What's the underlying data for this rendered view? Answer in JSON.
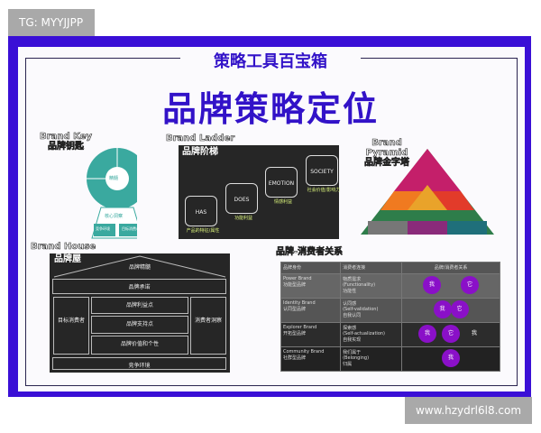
{
  "watermark_top": "TG: MYYJJPP",
  "watermark_bottom": "www.hzydrl6l8.com",
  "subtitle": "策略工具百宝箱",
  "title": "品牌策略定位",
  "brand_key": {
    "label_en": "Brand Key",
    "label_cn": "品牌钥匙",
    "center": "精髓",
    "base": "核心洞察",
    "bottom_left": "竞争环境",
    "bottom_right": "目标消费者"
  },
  "brand_ladder": {
    "label_en": "Brand Ladder",
    "label_cn": "品牌阶梯",
    "steps": [
      {
        "name": "HAS",
        "note": "产品的特征/属性"
      },
      {
        "name": "DOES",
        "note": "功能利益"
      },
      {
        "name": "EMOTION",
        "note": "情感利益"
      },
      {
        "name": "SOCIETY",
        "note": "社会价值/影响力"
      }
    ]
  },
  "brand_pyramid": {
    "label_en": "Brand Pyramid",
    "label_cn": "品牌金字塔"
  },
  "brand_house": {
    "label_en": "Brand House",
    "label_cn": "品牌屋",
    "roof": "品牌精髓",
    "promise": "品牌承诺",
    "left": "目标消费者",
    "right": "消费者洞察",
    "middle": [
      "品牌利益点",
      "品牌支持点",
      "品牌价值和个性"
    ],
    "base": "竞争环境"
  },
  "relationship": {
    "label": "品牌-消费者关系",
    "headers": [
      "品牌身份",
      "消费者连接",
      "品牌/消费者关系"
    ],
    "rows": [
      {
        "identity_en": "Power Brand",
        "identity_cn": "功能型品牌",
        "conn_cn": "物质需求",
        "conn_en": "(Functionality)",
        "conn_cn2": "功能性",
        "circles": [
          "我",
          "它"
        ]
      },
      {
        "identity_en": "Identity Brand",
        "identity_cn": "认同型品牌",
        "conn_cn": "认同感",
        "conn_en": "(Self-validation)",
        "conn_cn2": "自我认同",
        "circles": [
          "我",
          "它"
        ]
      },
      {
        "identity_en": "Explorer Brand",
        "identity_cn": "开拓型品牌",
        "conn_cn": "探索感",
        "conn_en": "(Self-actualization)",
        "conn_cn2": "自我实现",
        "circles": [
          "我",
          "它",
          "我"
        ]
      },
      {
        "identity_en": "Community Brand",
        "identity_cn": "社群型品牌",
        "conn_cn": "我们属于",
        "conn_en": "(Belonging)",
        "conn_cn2": "归属",
        "circles": [
          "我"
        ]
      }
    ]
  },
  "colors": {
    "frame": "#3a0fd6",
    "title": "#3212c8",
    "teal": "#3aa99f",
    "purple": "#8a10c8"
  }
}
